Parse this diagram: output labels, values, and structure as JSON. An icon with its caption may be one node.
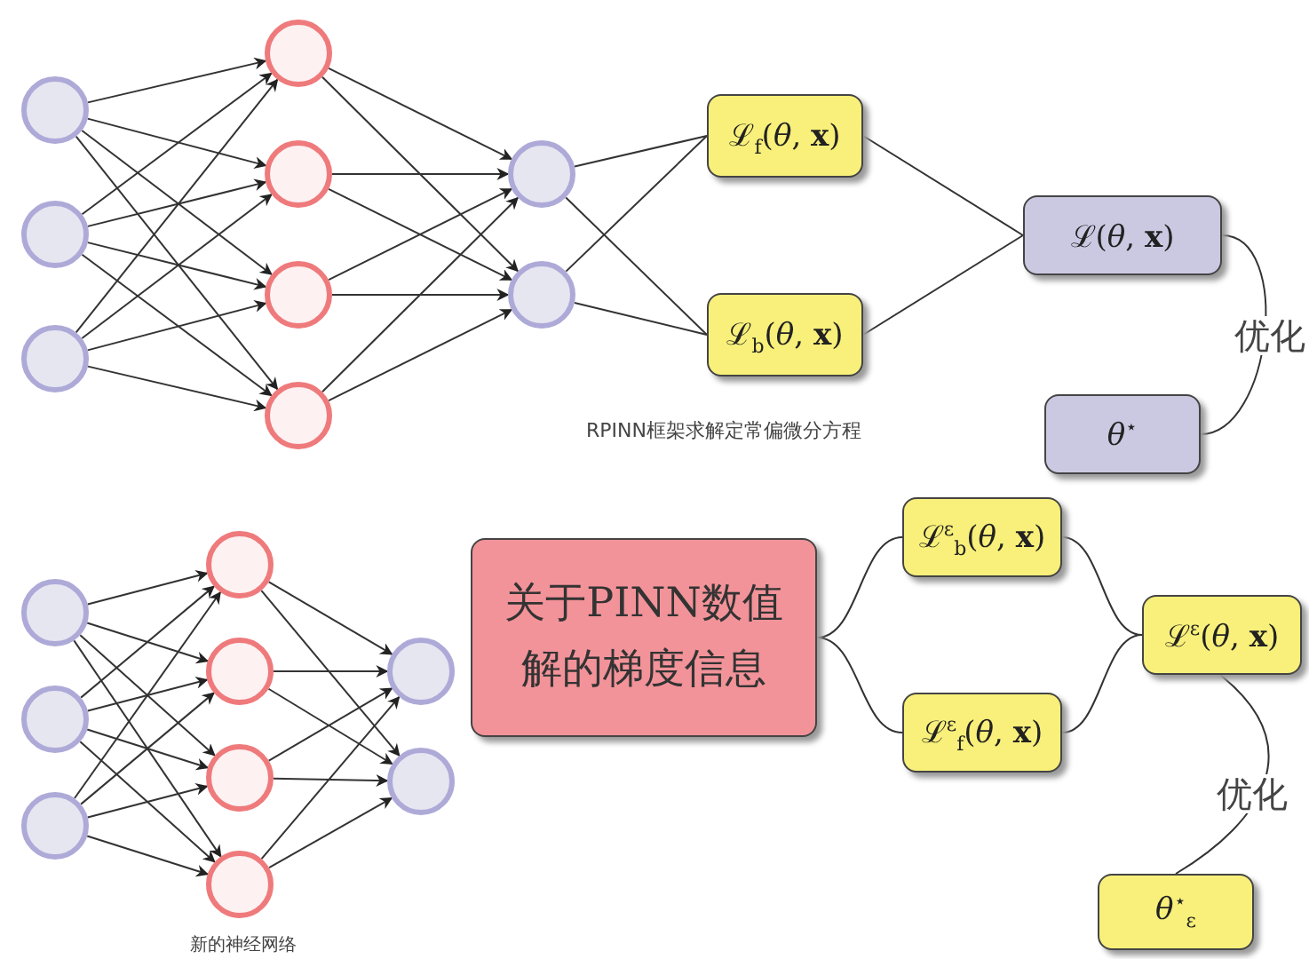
{
  "diagram": {
    "nodes": [
      {
        "text": [],
        "shape": "circle"
      },
      {
        "text": [],
        "shape": "circle"
      },
      {
        "text": [],
        "shape": "circle"
      },
      {
        "text": [],
        "shape": "circle"
      },
      {
        "text": [],
        "shape": "circle"
      },
      {
        "text": [],
        "shape": "circle"
      },
      {
        "text": [],
        "shape": "circle"
      },
      {
        "text": [],
        "shape": "circle"
      },
      {
        "text": [],
        "shape": "circle"
      },
      {
        "text": [
          "ℒ$_{f}$(*θ*, **x**)"
        ]
      },
      {
        "text": [
          "ℒ$_{b}$(*θ*, **x**)"
        ]
      },
      {
        "text": [
          "ℒ(*θ*, **x**)"
        ]
      },
      {
        "text": [
          "*θ*$^{⋆}$"
        ]
      },
      {
        "text": [],
        "shape": "circle"
      },
      {
        "text": [],
        "shape": "circle"
      },
      {
        "text": [],
        "shape": "circle"
      },
      {
        "text": [],
        "shape": "circle"
      },
      {
        "text": [],
        "shape": "circle"
      },
      {
        "text": [],
        "shape": "circle"
      },
      {
        "text": [],
        "shape": "circle"
      },
      {
        "text": [],
        "shape": "circle"
      },
      {
        "text": [],
        "shape": "circle"
      },
      {
        "text": [
          "关于PINN数值解的梯度信息"
        ]
      },
      {
        "text": [
          "ℒ$^{ε}$$_{b}$(*θ*, **x**)"
        ]
      },
      {
        "text": [
          "ℒ$^{ε}$$_{f}$(*θ*, **x**)"
        ]
      },
      {
        "text": [
          "ℒ$^{ε}$(*θ*, **x**)"
        ]
      },
      {
        "text": [
          "*θ*$^{⋆}$$_{ε}$"
        ]
      }
    ],
    "edges": [
      {
        "from": 0,
        "to": 3,
        "arrow": "to"
      },
      {
        "from": 0,
        "to": 4,
        "arrow": "to"
      },
      {
        "from": 0,
        "to": 5,
        "arrow": "to"
      },
      {
        "from": 0,
        "to": 6,
        "arrow": "to"
      },
      {
        "from": 1,
        "to": 3,
        "arrow": "to"
      },
      {
        "from": 1,
        "to": 4,
        "arrow": "to"
      },
      {
        "from": 1,
        "to": 5,
        "arrow": "to"
      },
      {
        "from": 1,
        "to": 6,
        "arrow": "to"
      },
      {
        "from": 2,
        "to": 3,
        "arrow": "to"
      },
      {
        "from": 2,
        "to": 4,
        "arrow": "to"
      },
      {
        "from": 2,
        "to": 5,
        "arrow": "to"
      },
      {
        "from": 2,
        "to": 6,
        "arrow": "to"
      },
      {
        "from": 3,
        "to": 7,
        "arrow": "to"
      },
      {
        "from": 3,
        "to": 8,
        "arrow": "to"
      },
      {
        "from": 4,
        "to": 7,
        "arrow": "to"
      },
      {
        "from": 4,
        "to": 8,
        "arrow": "to"
      },
      {
        "from": 5,
        "to": 7,
        "arrow": "to"
      },
      {
        "from": 5,
        "to": 8,
        "arrow": "to"
      },
      {
        "from": 6,
        "to": 7,
        "arrow": "to"
      },
      {
        "from": 6,
        "to": 8,
        "arrow": "to"
      },
      {
        "from": 7,
        "to": 9,
        "arrow": "none"
      },
      {
        "from": 7,
        "to": 10,
        "arrow": "none"
      },
      {
        "from": 8,
        "to": 9,
        "arrow": "none"
      },
      {
        "from": 8,
        "to": 10,
        "arrow": "none"
      },
      {
        "from": 9,
        "to": 11,
        "arrow": "none"
      },
      {
        "from": 10,
        "to": 11,
        "arrow": "none"
      },
      {
        "from": 11,
        "to": 12,
        "arrow": "none",
        "label": "优化"
      },
      {
        "from": 13,
        "to": 16,
        "arrow": "to"
      },
      {
        "from": 13,
        "to": 17,
        "arrow": "to"
      },
      {
        "from": 13,
        "to": 18,
        "arrow": "to"
      },
      {
        "from": 13,
        "to": 19,
        "arrow": "to"
      },
      {
        "from": 14,
        "to": 16,
        "arrow": "to"
      },
      {
        "from": 14,
        "to": 17,
        "arrow": "to"
      },
      {
        "from": 14,
        "to": 18,
        "arrow": "to"
      },
      {
        "from": 14,
        "to": 19,
        "arrow": "to"
      },
      {
        "from": 15,
        "to": 16,
        "arrow": "to"
      },
      {
        "from": 15,
        "to": 17,
        "arrow": "to"
      },
      {
        "from": 15,
        "to": 18,
        "arrow": "to"
      },
      {
        "from": 15,
        "to": 19,
        "arrow": "to"
      },
      {
        "from": 16,
        "to": 20,
        "arrow": "to"
      },
      {
        "from": 16,
        "to": 21,
        "arrow": "to"
      },
      {
        "from": 17,
        "to": 20,
        "arrow": "to"
      },
      {
        "from": 17,
        "to": 21,
        "arrow": "to"
      },
      {
        "from": 18,
        "to": 20,
        "arrow": "to"
      },
      {
        "from": 18,
        "to": 21,
        "arrow": "to"
      },
      {
        "from": 19,
        "to": 20,
        "arrow": "to"
      },
      {
        "from": 19,
        "to": 21,
        "arrow": "to"
      },
      {
        "from": 22,
        "to": 23,
        "arrow": "none"
      },
      {
        "from": 22,
        "to": 24,
        "arrow": "none"
      },
      {
        "from": 23,
        "to": 25,
        "arrow": "none"
      },
      {
        "from": 24,
        "to": 25,
        "arrow": "none"
      },
      {
        "from": 25,
        "to": 26,
        "arrow": "none",
        "label": "优化"
      }
    ],
    "labels": [
      "RPINN框架求解定常偏微分方程",
      "新的神经网络"
    ]
  }
}
